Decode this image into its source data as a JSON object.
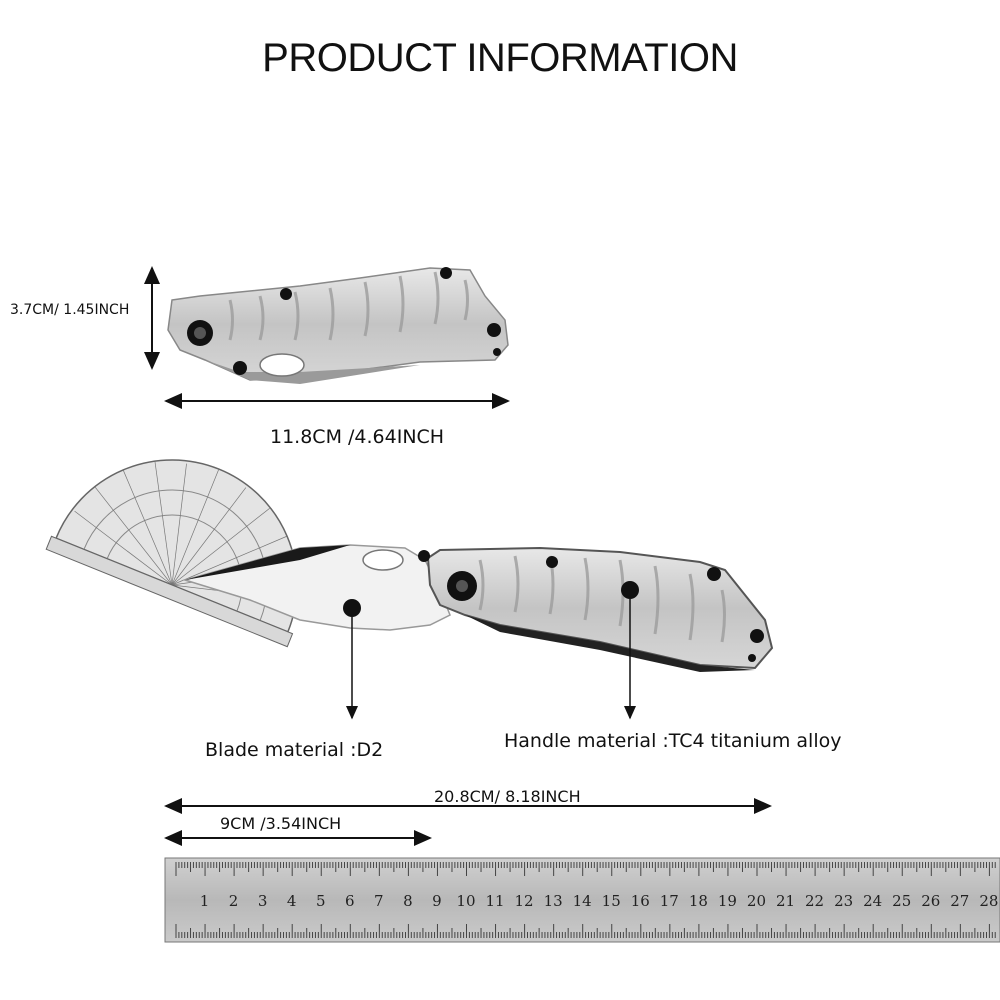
{
  "title": "PRODUCT INFORMATION",
  "dimensions": {
    "closed_height": "3.7CM/ 1.45INCH",
    "closed_length": "11.8CM /4.64INCH",
    "overall_length": "20.8CM/ 8.18INCH",
    "blade_length": "9CM /3.54INCH"
  },
  "materials": {
    "blade": "Blade material :D2",
    "handle": "Handle material :TC4 titanium alloy"
  },
  "ruler": {
    "numbers": [
      "1",
      "2",
      "3",
      "4",
      "5",
      "6",
      "7",
      "8",
      "9",
      "10",
      "11",
      "12",
      "13",
      "14",
      "15",
      "16",
      "17",
      "18",
      "19",
      "20",
      "21",
      "22",
      "23",
      "24",
      "25",
      "26",
      "27",
      "28"
    ]
  },
  "colors": {
    "metal": "#c9c9c9",
    "metal_dark": "#8a8a8a",
    "screw": "#111111",
    "ruler": "#bdbdbd"
  }
}
